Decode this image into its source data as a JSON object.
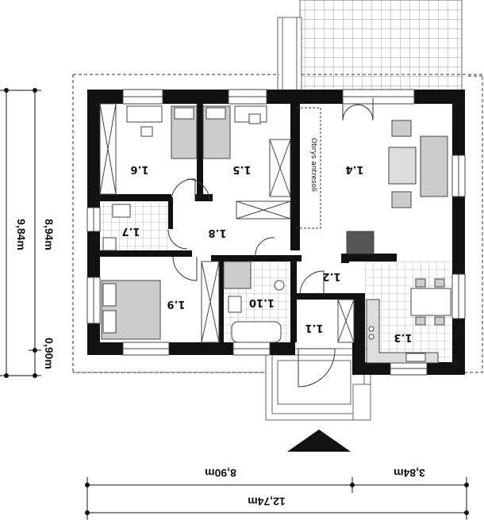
{
  "plan": {
    "rooms": [
      {
        "id": "1.1",
        "label": "1.1"
      },
      {
        "id": "1.2",
        "label": "1.2"
      },
      {
        "id": "1.3",
        "label": "1.3"
      },
      {
        "id": "1.4",
        "label": "1.4"
      },
      {
        "id": "1.5",
        "label": "1.5"
      },
      {
        "id": "1.6",
        "label": "1.6"
      },
      {
        "id": "1.7",
        "label": "1.7"
      },
      {
        "id": "1.8",
        "label": "1.8"
      },
      {
        "id": "1.9",
        "label": "1.9"
      },
      {
        "id": "1.10",
        "label": "1.10"
      }
    ],
    "ceiling_note": "Obrys antresoli"
  },
  "dimensions": {
    "bottom_left": "8,90m",
    "bottom_right": "3,84m",
    "bottom_total": "12,74m",
    "left_inner": "8,94m",
    "left_outer": "9,84m",
    "left_offset": "0,90m"
  }
}
